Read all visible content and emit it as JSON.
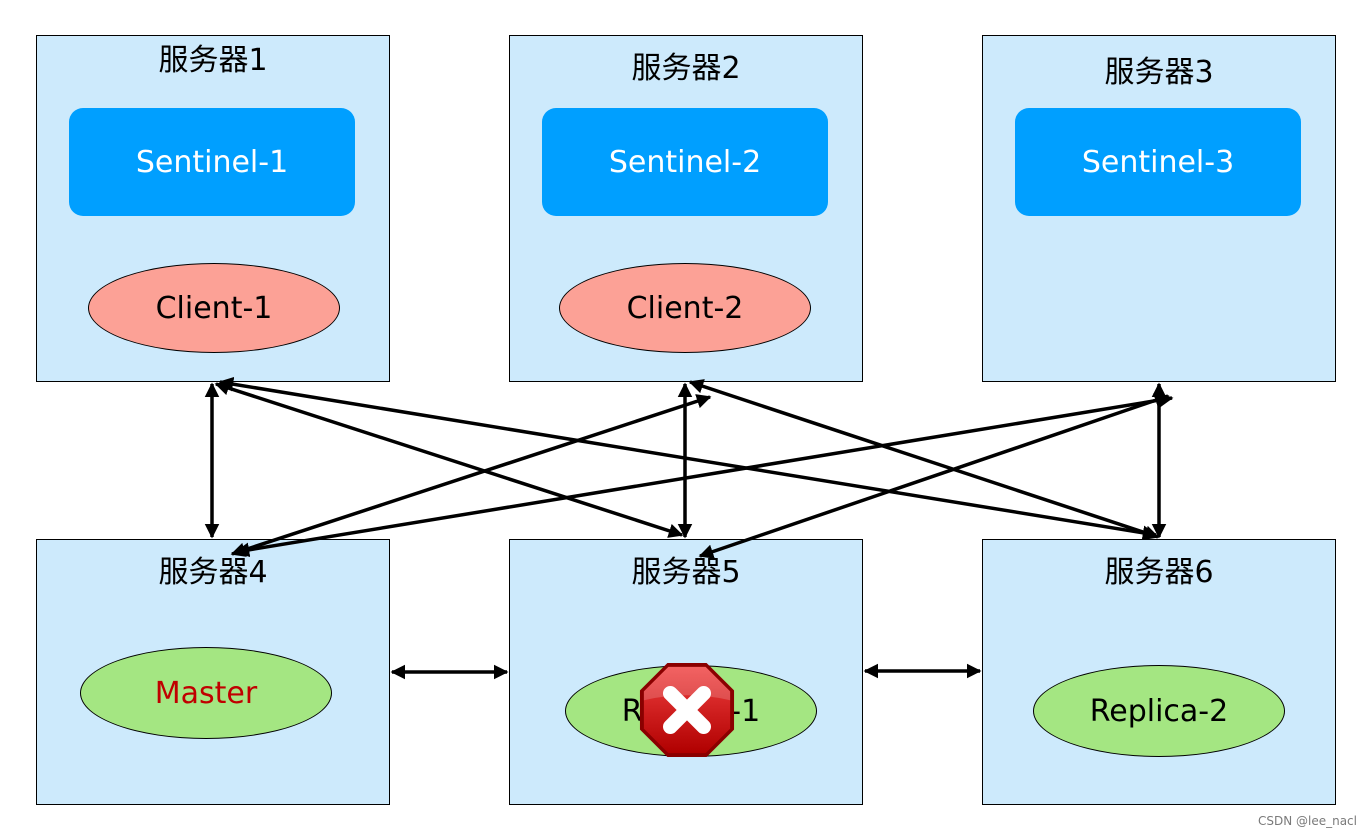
{
  "servers": [
    {
      "title": "服务器1",
      "sentinel": "Sentinel-1",
      "client": "Client-1"
    },
    {
      "title": "服务器2",
      "sentinel": "Sentinel-2",
      "client": "Client-2"
    },
    {
      "title": "服务器3",
      "sentinel": "Sentinel-3"
    },
    {
      "title": "服务器4",
      "node": "Master"
    },
    {
      "title": "服务器5",
      "node": "Replica-1",
      "status": "failed"
    },
    {
      "title": "服务器6",
      "node": "Replica-2"
    }
  ],
  "colors": {
    "server_bg": "#cdeafc",
    "sentinel_bg": "#009fff",
    "client_bg": "#fca196",
    "node_bg": "#a4e682",
    "master_text": "#c00000",
    "fail_red": "#d50d0d"
  },
  "icons": {
    "failure": "error-x-octagon-icon"
  },
  "watermark": "CSDN @lee_nacl"
}
